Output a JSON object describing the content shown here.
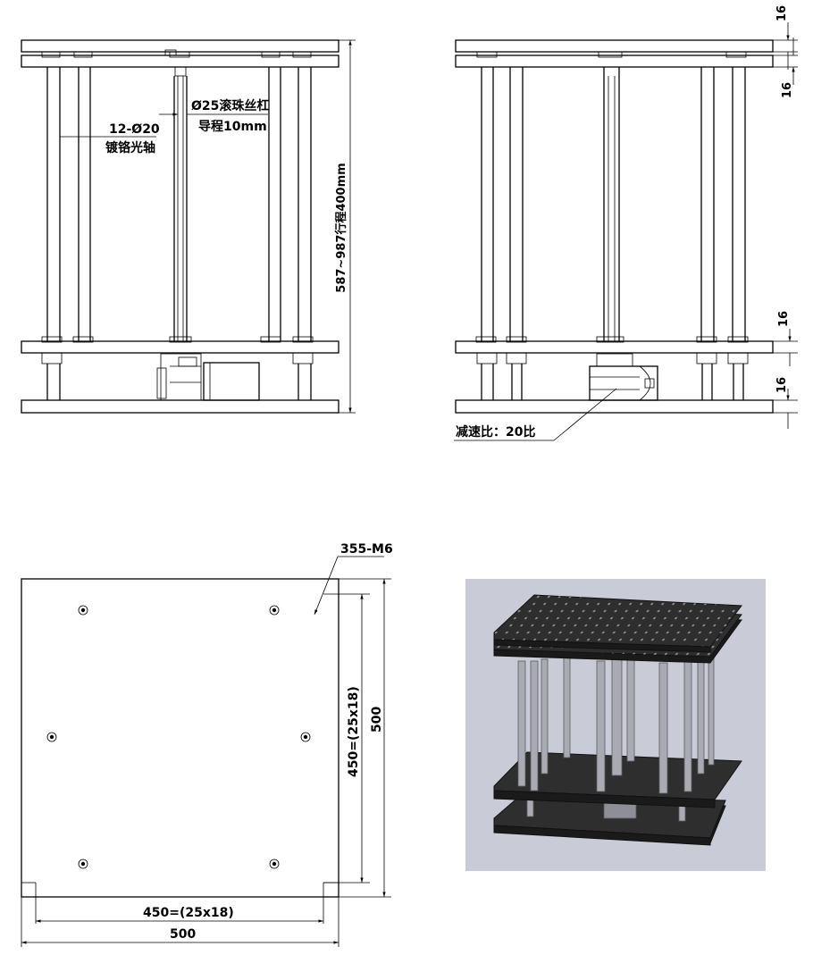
{
  "front_view": {
    "rod_label_line1": "12-Ø20",
    "rod_label_line2": "镀铬光轴",
    "screw_label_line1": "Ø25滚珠丝杠",
    "screw_label_line2": "导程10mm",
    "height_label": "587~987行程400mm"
  },
  "side_view": {
    "thickness_labels": [
      "16",
      "16",
      "16",
      "16"
    ],
    "reduction_label": "减速比：20比"
  },
  "top_view": {
    "hole_label": "355-M6",
    "inner_width_label": "450=(25x18)",
    "outer_width_label": "500",
    "inner_height_label": "450=(25x18)",
    "outer_height_label": "500"
  },
  "render_3d": {
    "background": "#c9ccd6",
    "plate_color": "#2e2e2e",
    "rod_color": "#a9aab2"
  }
}
